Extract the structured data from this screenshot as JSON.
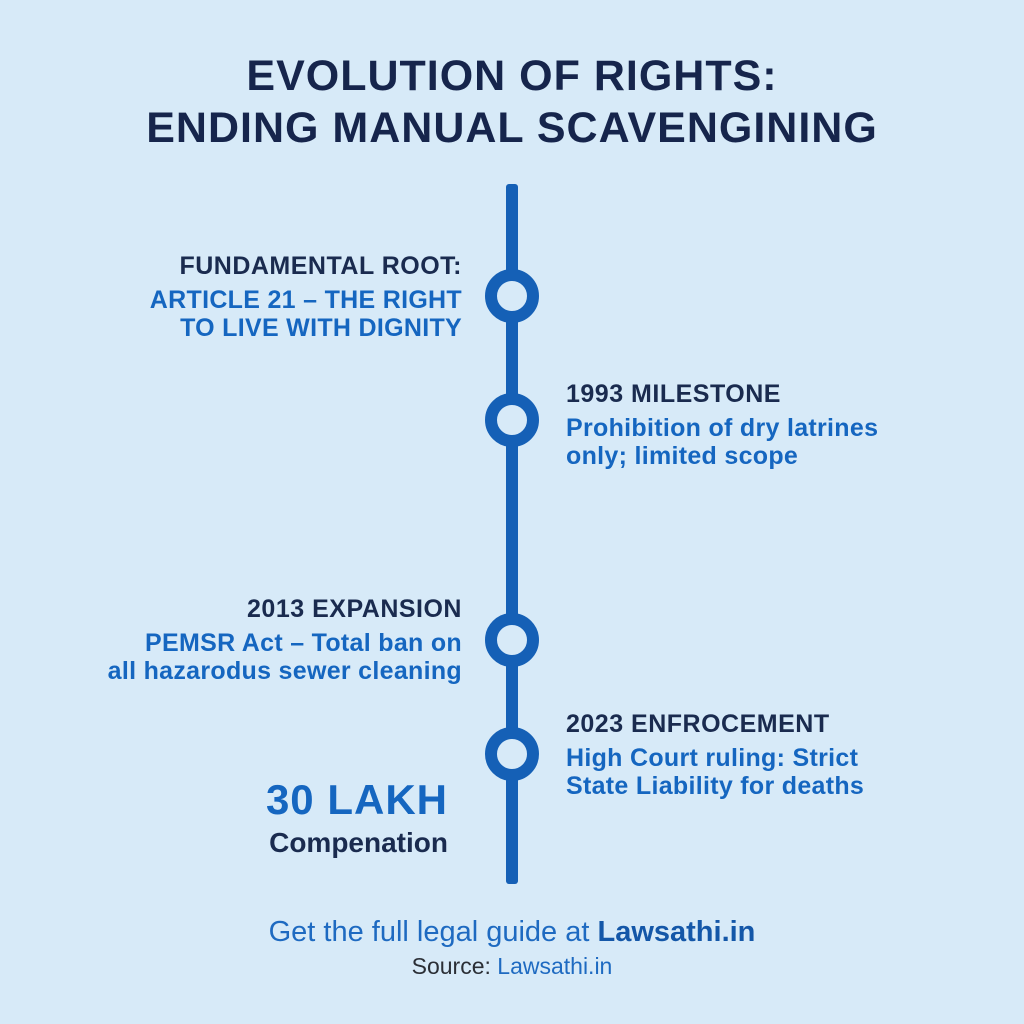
{
  "title": {
    "line1": "EVOLUTION OF RIGHTS:",
    "line2": "ENDING MANUAL SCAVENGINING"
  },
  "timeline": {
    "events": [
      {
        "heading": "FUNDAMENTAL ROOT:",
        "description": "ARTICLE 21 – THE RIGHT\nTO LIVE WITH DIGNITY",
        "side": "left"
      },
      {
        "heading": "1993 MILESTONE",
        "description": "Prohibition of dry latrines\nonly; limited scope",
        "side": "right"
      },
      {
        "heading": "2013 EXPANSION",
        "description": "PEMSR Act – Total ban on\nall hazarodus sewer cleaning",
        "side": "left"
      },
      {
        "heading": "2023 ENFROCEMENT",
        "description": "High Court ruling: Strict\nState Liability for deaths",
        "side": "right"
      }
    ]
  },
  "highlight": {
    "amount": "30 LAKH",
    "label": "Compenation"
  },
  "footer": {
    "cta_prefix": "Get the full legal guide at ",
    "cta_brand": "Lawsathi.in",
    "source_prefix": "Source: ",
    "source_brand": "Lawsathi.in"
  },
  "colors": {
    "background": "#d7eaf8",
    "navy_text": "#1a2b4f",
    "title_navy": "#16254c",
    "blue_text": "#1566c0",
    "timeline_blue": "#1560b6",
    "footer_blue": "#1e6ac1"
  }
}
